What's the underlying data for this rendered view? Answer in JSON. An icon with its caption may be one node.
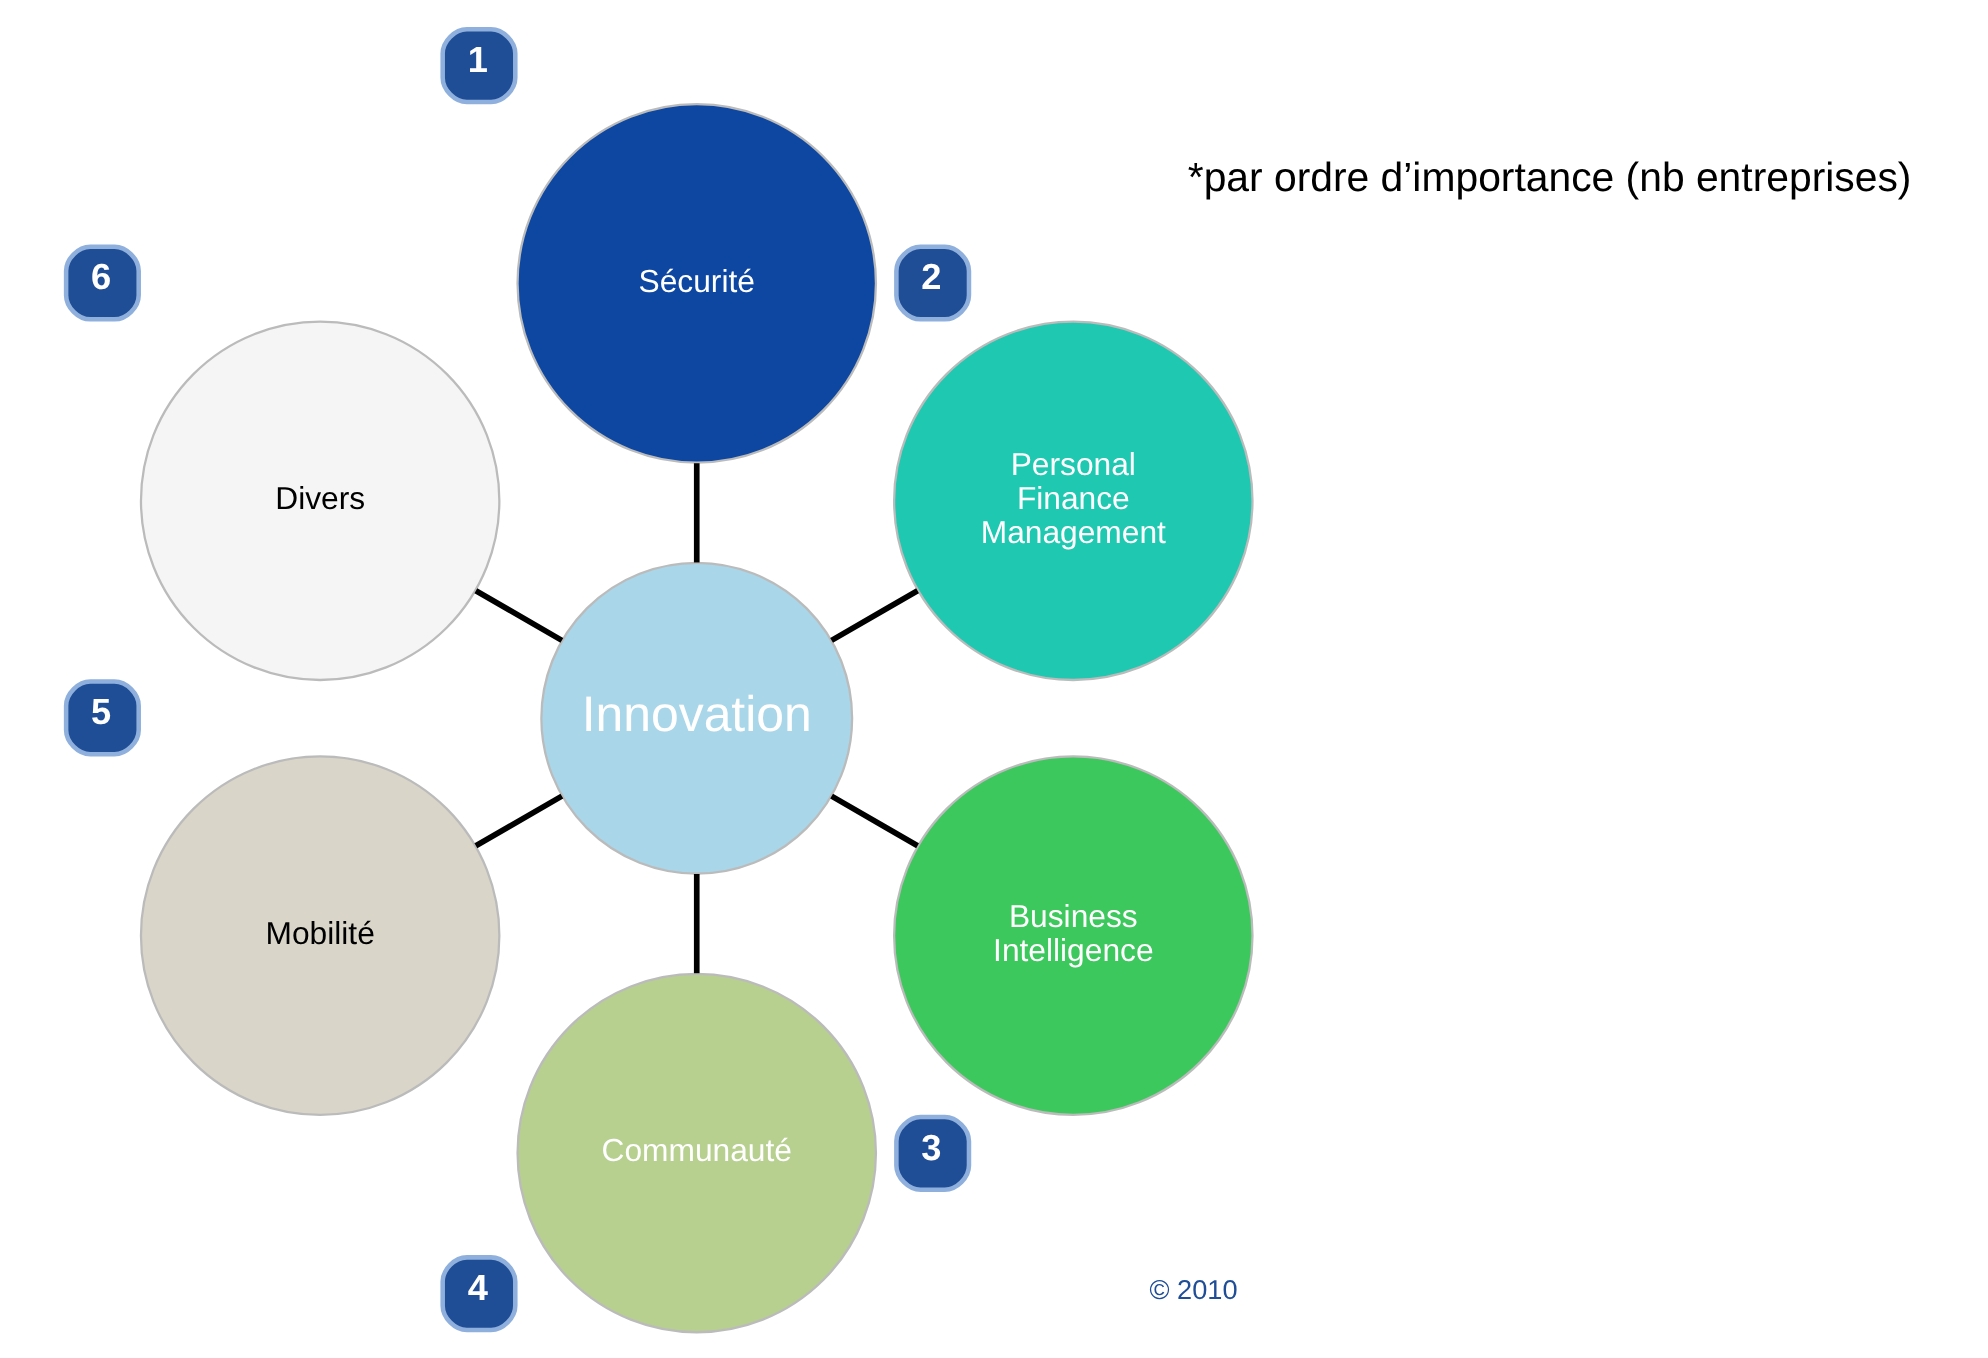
{
  "diagram": {
    "nodes": [
      {
        "text": [
          "Innovation"
        ]
      },
      {
        "text": [
          "Sécurité"
        ],
        "beside": [
          "1"
        ]
      },
      {
        "text": [
          "Personal Finance Management"
        ],
        "beside": [
          "2"
        ]
      },
      {
        "text": [
          "Business Intelligence"
        ],
        "beside": [
          "3"
        ]
      },
      {
        "text": [
          "Communauté"
        ],
        "beside": [
          "4"
        ]
      },
      {
        "text": [
          "Mobilité"
        ],
        "beside": [
          "5"
        ]
      },
      {
        "text": [
          "Divers"
        ],
        "beside": [
          "6"
        ]
      }
    ],
    "edges": [
      {
        "from": 0,
        "to": 2,
        "arrow": "none"
      },
      {
        "from": 0,
        "to": 1,
        "arrow": "none"
      },
      {
        "from": 0,
        "to": 6,
        "arrow": "none"
      },
      {
        "from": 0,
        "to": 5,
        "arrow": "none"
      },
      {
        "from": 0,
        "to": 4,
        "arrow": "none"
      },
      {
        "from": 0,
        "to": 3,
        "arrow": "none"
      }
    ],
    "labels": [
      "*par ordre d’importance (nb entreprises)",
      "© 2010"
    ]
  }
}
